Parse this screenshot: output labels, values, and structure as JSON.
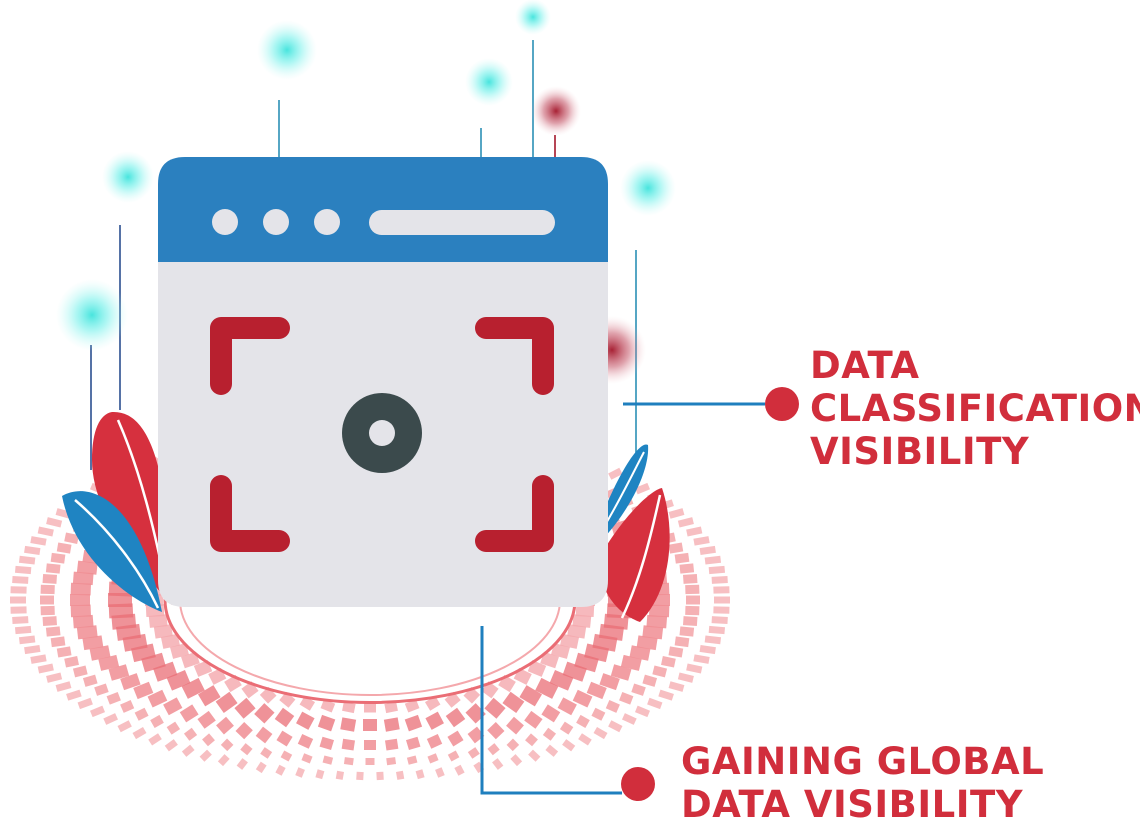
{
  "callouts": [
    {
      "lines": [
        "DATA",
        "CLASSIFICATION",
        "VISIBILITY"
      ]
    },
    {
      "lines": [
        "GAINING GLOBAL",
        "DATA VISIBILITY"
      ]
    }
  ],
  "colors": {
    "accent_red": "#d12e3c",
    "dark_red": "#b8202f",
    "window_header_blue": "#2b80bf",
    "window_body": "#e4e4e9",
    "leaf_blue": "#1f84c2",
    "lens_dark": "#3b4a4c",
    "glow_cyan": "#3fe3dc",
    "glow_red": "#a3162a",
    "connector_blue": "#1f7fbe",
    "ring_pink": "#f4a8ac"
  },
  "icons": [
    "browser-window-icon",
    "viewfinder-icon",
    "camera-lens-icon",
    "leaf-icon",
    "glow-orb-icon"
  ]
}
